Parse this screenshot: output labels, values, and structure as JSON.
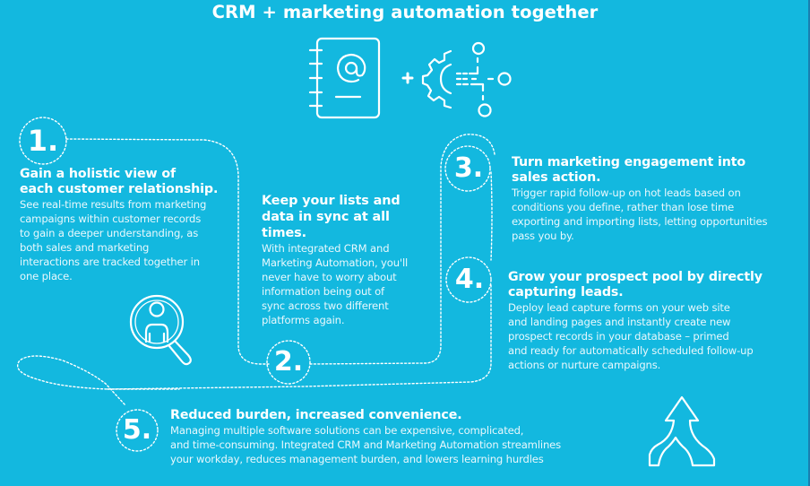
{
  "title": "CRM + marketing automation together",
  "colors": {
    "background": "#13b8df",
    "foreground": "#ffffff"
  },
  "header_icons": {
    "left": "address-book-icon",
    "operator": "+",
    "right": "gear-workflow-icon"
  },
  "items": [
    {
      "number": "1.",
      "heading": "Gain a holistic view of each customer relationship.",
      "heading_lines": [
        "Gain a holistic view of",
        "each customer relationship."
      ],
      "body_lines": [
        "See real-time results from marketing",
        "campaigns within customer records",
        "to gain a deeper understanding, as",
        "both sales and marketing",
        "interactions are tracked together in",
        "one place."
      ],
      "icon": "person-magnifier-icon"
    },
    {
      "number": "2.",
      "heading_lines": [
        "Keep your lists and",
        "data in sync at all",
        "times."
      ],
      "body_lines": [
        "With integrated CRM and",
        "Marketing Automation, you'll",
        "never have to worry about",
        "information being out of",
        "sync across two different",
        "platforms again."
      ]
    },
    {
      "number": "3.",
      "heading_lines": [
        "Turn marketing engagement into",
        "sales action."
      ],
      "body_lines": [
        "Trigger rapid follow-up on hot leads based on",
        "conditions you define, rather than lose time",
        "exporting and importing lists, letting opportunities",
        "pass you by."
      ]
    },
    {
      "number": "4.",
      "heading_lines": [
        "Grow your prospect pool by directly",
        "capturing leads."
      ],
      "body_lines": [
        "Deploy lead capture forms on your web site",
        "and landing pages and instantly create new",
        "prospect records in your database – primed",
        "and ready for automatically scheduled follow-up",
        "actions or nurture campaigns."
      ]
    },
    {
      "number": "5.",
      "heading_lines": [
        "Reduced burden, increased convenience."
      ],
      "body_lines": [
        "Managing multiple software solutions can be expensive, complicated,",
        "and time-consuming.  Integrated CRM and Marketing Automation streamlines",
        "your workday, reduces management burden, and lowers learning hurdles"
      ],
      "icon": "merge-arrows-icon"
    }
  ]
}
